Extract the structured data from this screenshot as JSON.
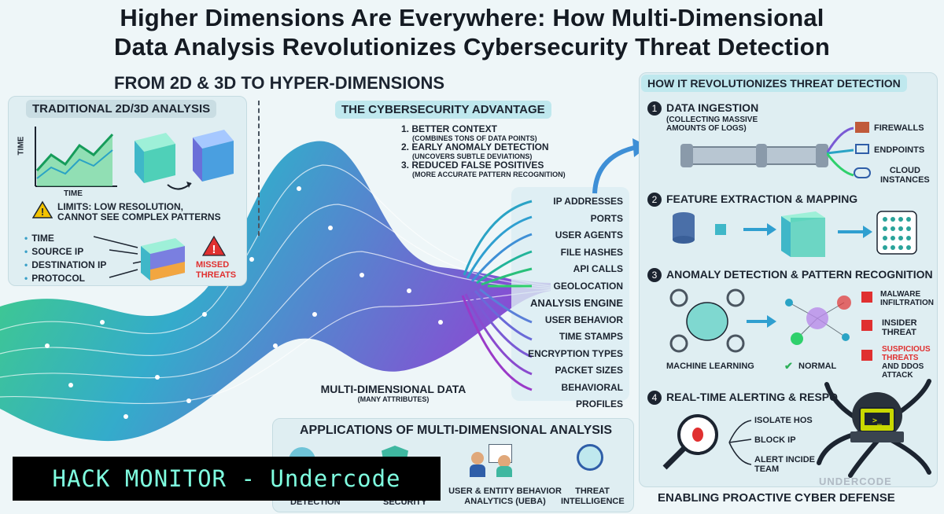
{
  "title": {
    "line1": "Higher Dimensions Are Everywhere: How Multi-Dimensional",
    "line2": "Data Analysis Revolutionizes Cybersecurity Threat Detection"
  },
  "left": {
    "heading": "FROM 2D & 3D TO HYPER-DIMENSIONS",
    "traditional": {
      "heading": "TRADITIONAL 2D/3D ANALYSIS",
      "y_axis": "TIME",
      "x_axis": "TIME",
      "limits_line1": "LIMITS: LOW RESOLUTION,",
      "limits_line2": "CANNOT SEE COMPLEX PATTERNS",
      "fields": [
        "TIME",
        "SOURCE IP",
        "DESTINATION IP",
        "PROTOCOL"
      ],
      "missed_line1": "MISSED",
      "missed_line2": "THREATS"
    }
  },
  "advantage": {
    "heading": "THE CYBERSECURITY ADVANTAGE",
    "items": [
      {
        "title": "1. BETTER CONTEXT",
        "sub": "(COMBINES TONS OF DATA POINTS)"
      },
      {
        "title": "2. EARLY ANOMALY DETECTION",
        "sub": "(UNCOVERS SUBTLE DEVIATIONS)"
      },
      {
        "title": "3. REDUCED FALSE POSITIVES",
        "sub": "(MORE ACCURATE PATTERN RECOGNITION)"
      }
    ]
  },
  "dimensions": [
    "IP ADDRESSES",
    "PORTS",
    "USER AGENTS",
    "FILE HASHES",
    "API CALLS",
    "GEOLOCATION",
    "ANALYSIS ENGINE",
    "USER BEHAVIOR",
    "TIME STAMPS",
    "ENCRYPTION TYPES",
    "PACKET SIZES",
    "BEHAVIORAL PROFILES"
  ],
  "multi": {
    "title": "MULTI-DIMENSIONAL DATA",
    "sub": "(MANY ATTRIBUTES)"
  },
  "applications": {
    "heading": "APPLICATIONS OF MULTI-DIMENSIONAL ANALYSIS",
    "items": [
      {
        "line1": "",
        "line2": "DETECTION"
      },
      {
        "line1": "",
        "line2": "SECURITY"
      },
      {
        "line1": "USER & ENTITY BEHAVIOR",
        "line2": "ANALYTICS (UEBA)"
      },
      {
        "line1": "THREAT",
        "line2": "INTELLIGENCE"
      }
    ]
  },
  "right": {
    "heading": "HOW IT REVOLUTIONIZES THREAT DETECTION",
    "s1": {
      "num": "1",
      "title": "DATA INGESTION",
      "sub1": "(COLLECTING MASSIVE",
      "sub2": "AMOUNTS OF LOGS)",
      "sources": [
        "FIREWALLS",
        "ENDPOINTS",
        "CLOUD",
        "INSTANCES"
      ]
    },
    "s2": {
      "num": "2",
      "title": "FEATURE EXTRACTION & MAPPING"
    },
    "s3": {
      "num": "3",
      "title": "ANOMALY DETECTION & PATTERN RECOGNITION",
      "ml": "MACHINE LEARNING",
      "normal": "NORMAL",
      "threats": {
        "t1a": "MALWARE",
        "t1b": "INFILTRATION",
        "t2a": "INSIDER",
        "t2b": "THREAT",
        "t3a": "SUSPICIOUS",
        "t3b": "THREATS",
        "t3c": "AND DDOS",
        "t3d": "ATTACK"
      }
    },
    "s4": {
      "num": "4",
      "title": "REAL-TIME ALERTING & RESPO",
      "actions": [
        "ISOLATE HOS",
        "BLOCK IP",
        "ALERT INCIDE",
        "TEAM"
      ]
    },
    "footer": "ENABLING PROACTIVE CYBER DEFENSE",
    "logo": "UNDERCODE"
  },
  "banner": "HACK MONITOR - Undercode",
  "colors": {
    "accent": "#bfe8ee",
    "danger": "#e03030",
    "banner_bg": "#000000",
    "banner_text": "#7fffe0",
    "ribbon_start": "#2fd06c",
    "ribbon_end": "#7a3ccf"
  }
}
